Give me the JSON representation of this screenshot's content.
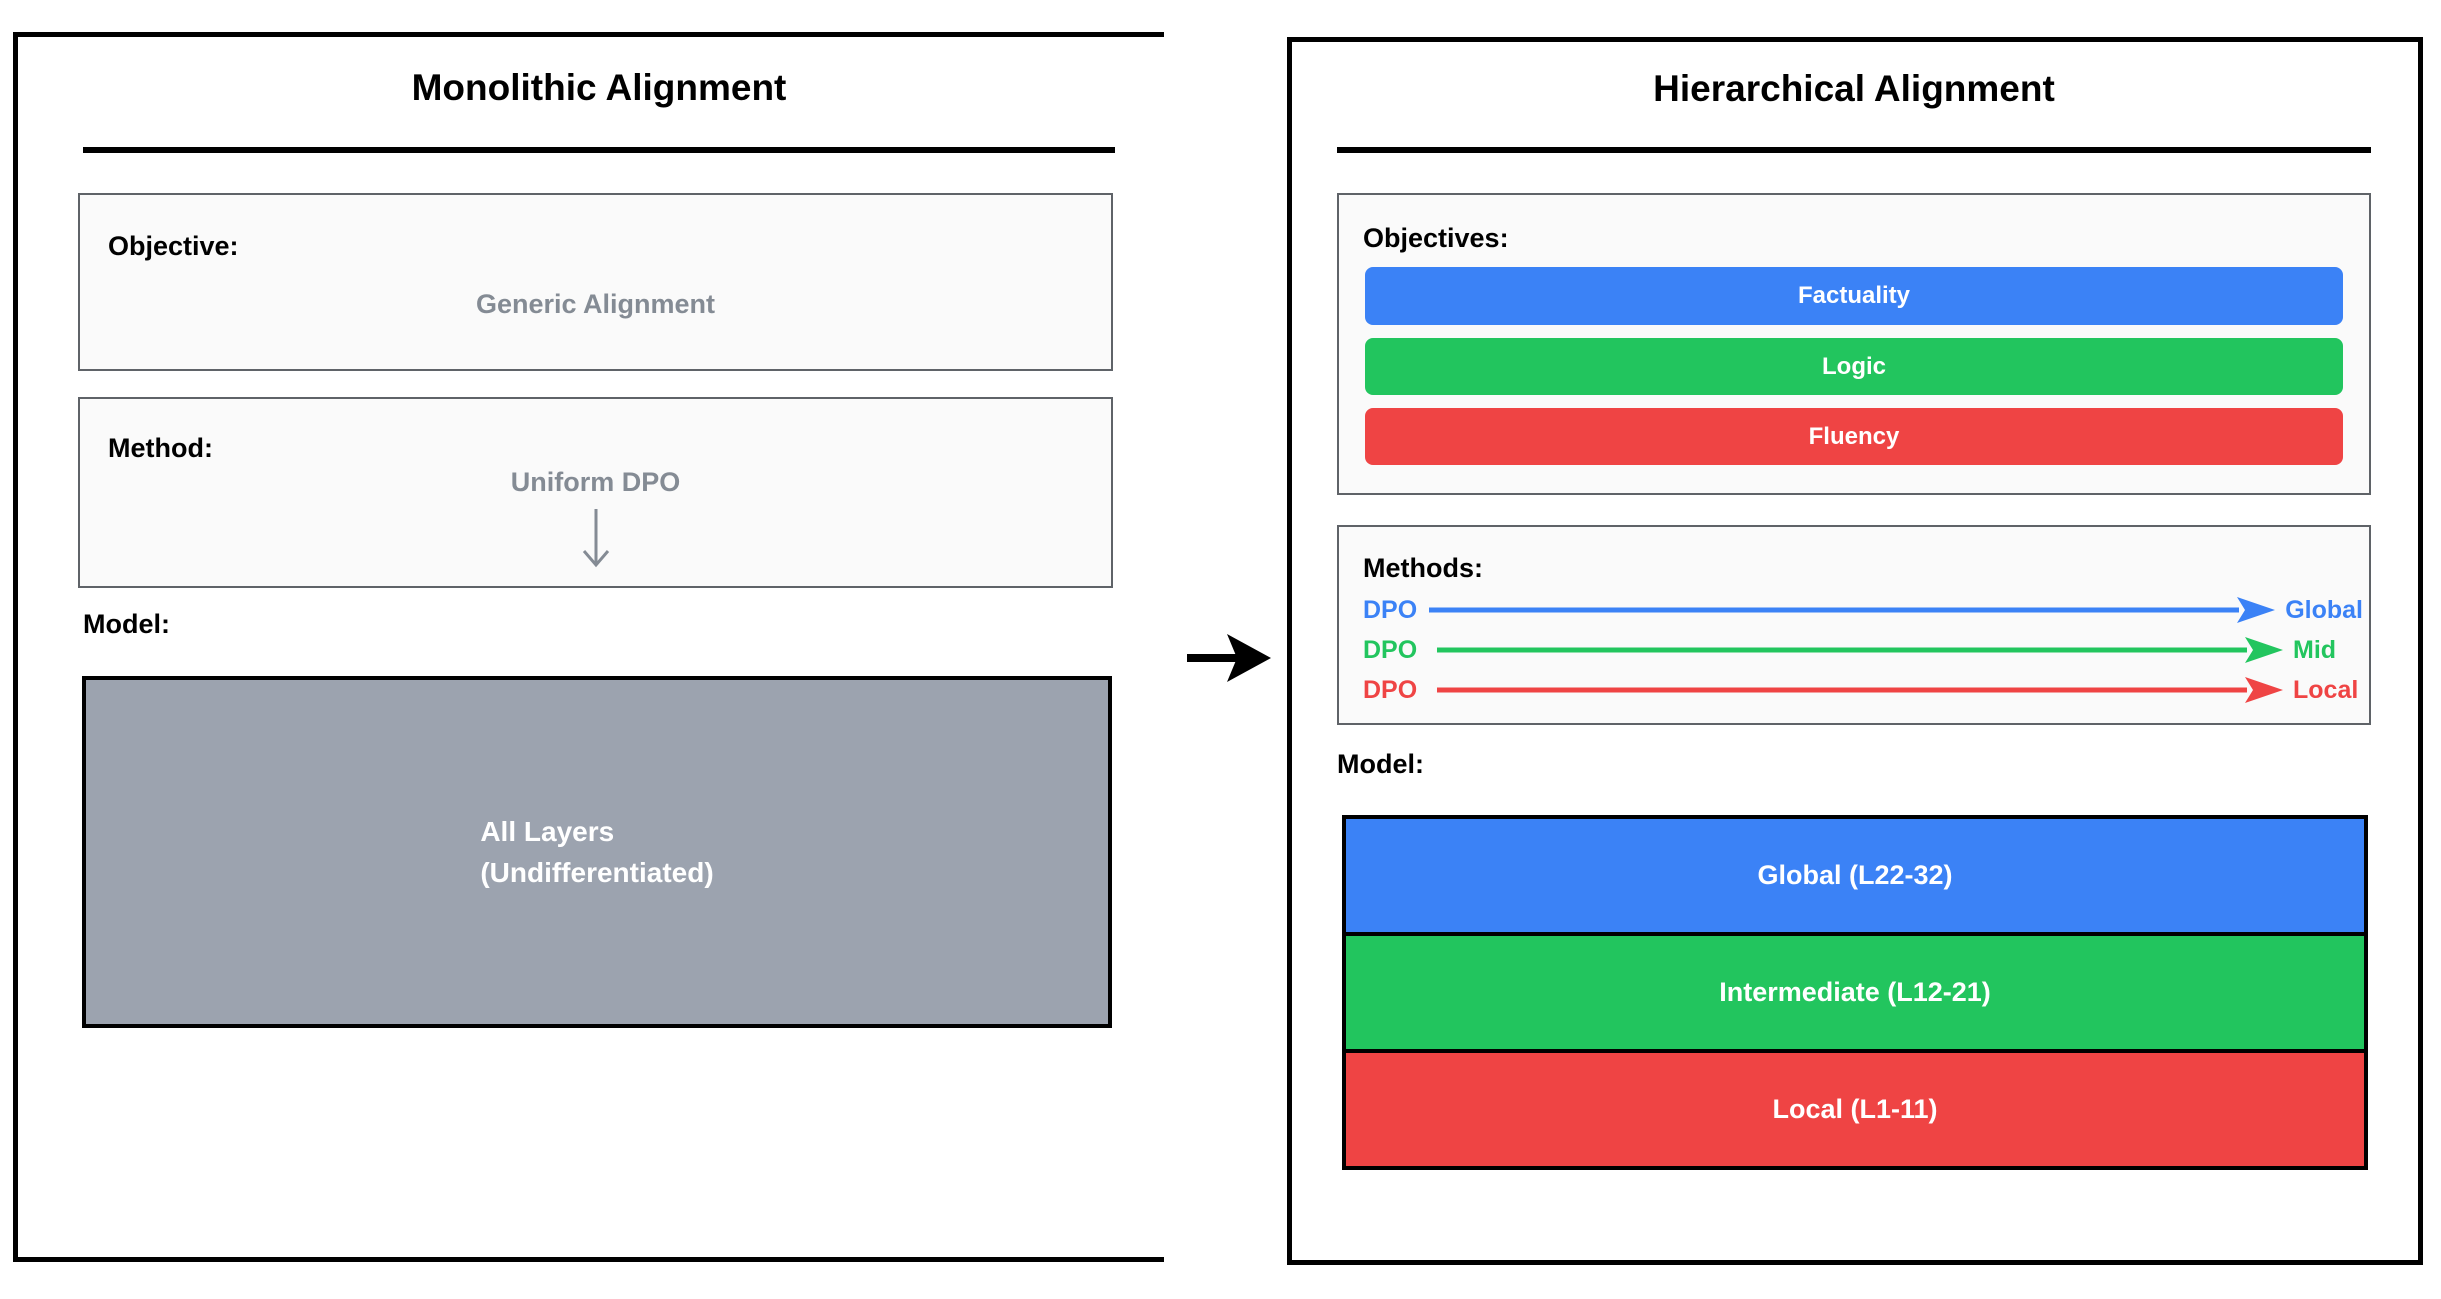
{
  "colors": {
    "blue": "#3b82f6",
    "green": "#22c55e",
    "red": "#ef4444",
    "model_gray": "#9ca3af",
    "muted_text": "#848b94",
    "frame_black": "#000000"
  },
  "left_panel": {
    "title": "Monolithic Alignment",
    "objective_box": {
      "label": "Objective:",
      "value": "Generic Alignment"
    },
    "method_box": {
      "label": "Method:",
      "value": "Uniform DPO"
    },
    "model_label": "Model:",
    "model_box": {
      "line1": "All Layers",
      "line2": "(Undifferentiated)",
      "color": "#9ca3af"
    }
  },
  "right_panel": {
    "title": "Hierarchical Alignment",
    "objectives_box": {
      "label": "Objectives:",
      "bars": [
        {
          "label": "Factuality",
          "color": "#3b82f6"
        },
        {
          "label": "Logic",
          "color": "#22c55e"
        },
        {
          "label": "Fluency",
          "color": "#ef4444"
        }
      ]
    },
    "methods_box": {
      "label": "Methods:",
      "rows": [
        {
          "method": "DPO",
          "target": "Global",
          "color": "#3b82f6"
        },
        {
          "method": "DPO",
          "target": "Mid",
          "color": "#22c55e"
        },
        {
          "method": "DPO",
          "target": "Local",
          "color": "#ef4444"
        }
      ]
    },
    "model_label": "Model:",
    "model_stack": [
      {
        "label": "Global (L22-32)",
        "color": "#3b82f6"
      },
      {
        "label": "Intermediate (L12-21)",
        "color": "#22c55e"
      },
      {
        "label": "Local (L1-11)",
        "color": "#ef4444"
      }
    ]
  }
}
